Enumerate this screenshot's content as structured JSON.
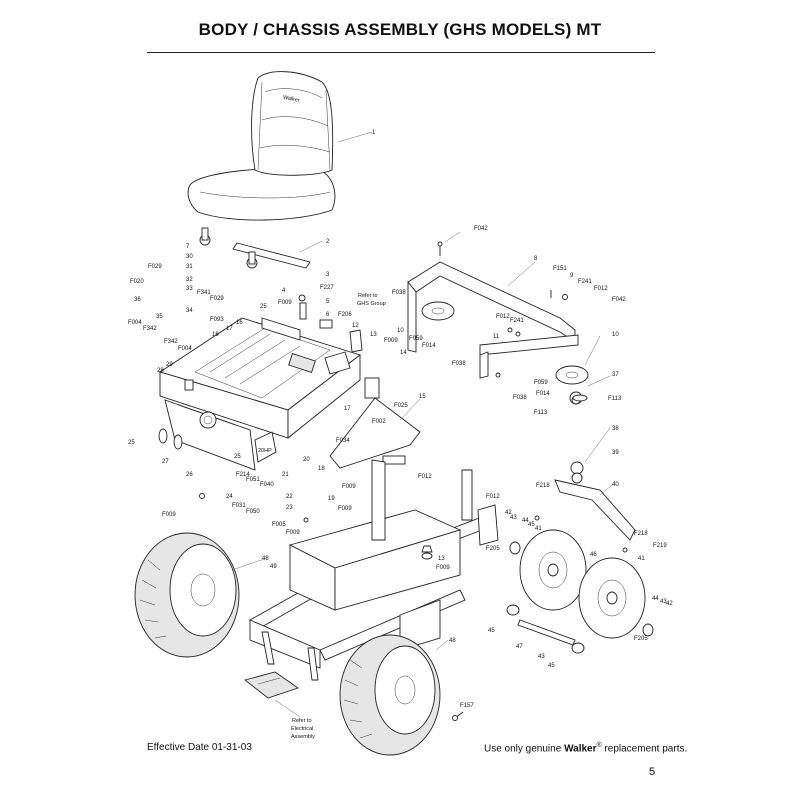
{
  "header": {
    "title": "BODY / CHASSIS ASSEMBLY (GHS MODELS) MT"
  },
  "diagram": {
    "seat_brand": "Walker",
    "deck_badge": "20HP",
    "callouts": [
      {
        "id": "c1",
        "text": "1"
      },
      {
        "id": "c2",
        "text": "2"
      },
      {
        "id": "c3",
        "text": "3"
      },
      {
        "id": "c4",
        "text": "4"
      },
      {
        "id": "c5",
        "text": "5"
      },
      {
        "id": "c6",
        "text": "6"
      },
      {
        "id": "c7",
        "text": "7"
      },
      {
        "id": "c8",
        "text": "8"
      },
      {
        "id": "c9",
        "text": "9"
      },
      {
        "id": "c10a",
        "text": "10"
      },
      {
        "id": "c10b",
        "text": "10"
      },
      {
        "id": "c11",
        "text": "11"
      },
      {
        "id": "c12",
        "text": "12"
      },
      {
        "id": "c13a",
        "text": "13"
      },
      {
        "id": "c13b",
        "text": "13"
      },
      {
        "id": "c14",
        "text": "14"
      },
      {
        "id": "c15",
        "text": "15"
      },
      {
        "id": "c16a",
        "text": "16"
      },
      {
        "id": "c16b",
        "text": "16"
      },
      {
        "id": "c17a",
        "text": "17"
      },
      {
        "id": "c17b",
        "text": "17"
      },
      {
        "id": "c18",
        "text": "18"
      },
      {
        "id": "c19",
        "text": "19"
      },
      {
        "id": "c20",
        "text": "20"
      },
      {
        "id": "c21",
        "text": "21"
      },
      {
        "id": "c22",
        "text": "22"
      },
      {
        "id": "c23",
        "text": "23"
      },
      {
        "id": "c24",
        "text": "24"
      },
      {
        "id": "c25a",
        "text": "25"
      },
      {
        "id": "c25b",
        "text": "25"
      },
      {
        "id": "c25c",
        "text": "25"
      },
      {
        "id": "c26",
        "text": "26"
      },
      {
        "id": "c27",
        "text": "27"
      },
      {
        "id": "c28",
        "text": "28"
      },
      {
        "id": "c29",
        "text": "29"
      },
      {
        "id": "c30",
        "text": "30"
      },
      {
        "id": "c31",
        "text": "31"
      },
      {
        "id": "c32",
        "text": "32"
      },
      {
        "id": "c33",
        "text": "33"
      },
      {
        "id": "c34",
        "text": "34"
      },
      {
        "id": "c35",
        "text": "35"
      },
      {
        "id": "c36",
        "text": "36"
      },
      {
        "id": "c37",
        "text": "37"
      },
      {
        "id": "c38",
        "text": "38"
      },
      {
        "id": "c39",
        "text": "39"
      },
      {
        "id": "c40",
        "text": "40"
      },
      {
        "id": "c41a",
        "text": "41"
      },
      {
        "id": "c41b",
        "text": "41"
      },
      {
        "id": "c42a",
        "text": "42"
      },
      {
        "id": "c42b",
        "text": "42"
      },
      {
        "id": "c43a",
        "text": "43"
      },
      {
        "id": "c43b",
        "text": "43"
      },
      {
        "id": "c43c",
        "text": "43"
      },
      {
        "id": "c44a",
        "text": "44"
      },
      {
        "id": "c44b",
        "text": "44"
      },
      {
        "id": "c45a",
        "text": "45"
      },
      {
        "id": "c45b",
        "text": "45"
      },
      {
        "id": "c45c",
        "text": "45"
      },
      {
        "id": "c46",
        "text": "46"
      },
      {
        "id": "c47",
        "text": "47"
      },
      {
        "id": "c48a",
        "text": "48"
      },
      {
        "id": "c48b",
        "text": "48"
      },
      {
        "id": "c49",
        "text": "49"
      },
      {
        "id": "f020",
        "text": "F020"
      },
      {
        "id": "f029a",
        "text": "F029"
      },
      {
        "id": "f029b",
        "text": "F029"
      },
      {
        "id": "f004a",
        "text": "F004"
      },
      {
        "id": "f004b",
        "text": "F004"
      },
      {
        "id": "f342a",
        "text": "F342"
      },
      {
        "id": "f342b",
        "text": "F342"
      },
      {
        "id": "f341",
        "text": "F341"
      },
      {
        "id": "f093",
        "text": "F093"
      },
      {
        "id": "f227",
        "text": "F227"
      },
      {
        "id": "f009a",
        "text": "F009"
      },
      {
        "id": "f009b",
        "text": "F009"
      },
      {
        "id": "f009c",
        "text": "F009"
      },
      {
        "id": "f009d",
        "text": "F009"
      },
      {
        "id": "f009e",
        "text": "F009"
      },
      {
        "id": "f009f",
        "text": "F009"
      },
      {
        "id": "f009g",
        "text": "F009"
      },
      {
        "id": "f206",
        "text": "F206"
      },
      {
        "id": "f042a",
        "text": "F042"
      },
      {
        "id": "f042b",
        "text": "F042"
      },
      {
        "id": "f038a",
        "text": "F038"
      },
      {
        "id": "f038b",
        "text": "F038"
      },
      {
        "id": "f038c",
        "text": "F038"
      },
      {
        "id": "f151",
        "text": "F151"
      },
      {
        "id": "f241a",
        "text": "F241"
      },
      {
        "id": "f241b",
        "text": "F241"
      },
      {
        "id": "f012a",
        "text": "F012"
      },
      {
        "id": "f012b",
        "text": "F012"
      },
      {
        "id": "f012c",
        "text": "F012"
      },
      {
        "id": "f012d",
        "text": "F012"
      },
      {
        "id": "f059a",
        "text": "F059"
      },
      {
        "id": "f059b",
        "text": "F059"
      },
      {
        "id": "f014a",
        "text": "F014"
      },
      {
        "id": "f014b",
        "text": "F014"
      },
      {
        "id": "f113a",
        "text": "F113"
      },
      {
        "id": "f113b",
        "text": "F113"
      },
      {
        "id": "f025",
        "text": "F025"
      },
      {
        "id": "f002",
        "text": "F002"
      },
      {
        "id": "f034",
        "text": "F034"
      },
      {
        "id": "f214",
        "text": "F214"
      },
      {
        "id": "f051",
        "text": "F051"
      },
      {
        "id": "f040",
        "text": "F040"
      },
      {
        "id": "f031",
        "text": "F031"
      },
      {
        "id": "f050",
        "text": "F050"
      },
      {
        "id": "f005",
        "text": "F005"
      },
      {
        "id": "f218a",
        "text": "F218"
      },
      {
        "id": "f218b",
        "text": "F218"
      },
      {
        "id": "f219",
        "text": "F219"
      },
      {
        "id": "f205a",
        "text": "F205"
      },
      {
        "id": "f205b",
        "text": "F205"
      },
      {
        "id": "f157",
        "text": "F157"
      }
    ],
    "notes": {
      "ghs_line1": "Refer to",
      "ghs_line2": "GHS Group",
      "elec_line1": "Refer to",
      "elec_line2": "Electrical",
      "elec_line3": "Assembly"
    }
  },
  "footer": {
    "effective_date": "Effective Date 01-31-03",
    "genuine_prefix": "Use only genuine ",
    "genuine_brand": "Walker",
    "genuine_mark": "®",
    "genuine_suffix": " replacement parts.",
    "page_number": "5"
  }
}
